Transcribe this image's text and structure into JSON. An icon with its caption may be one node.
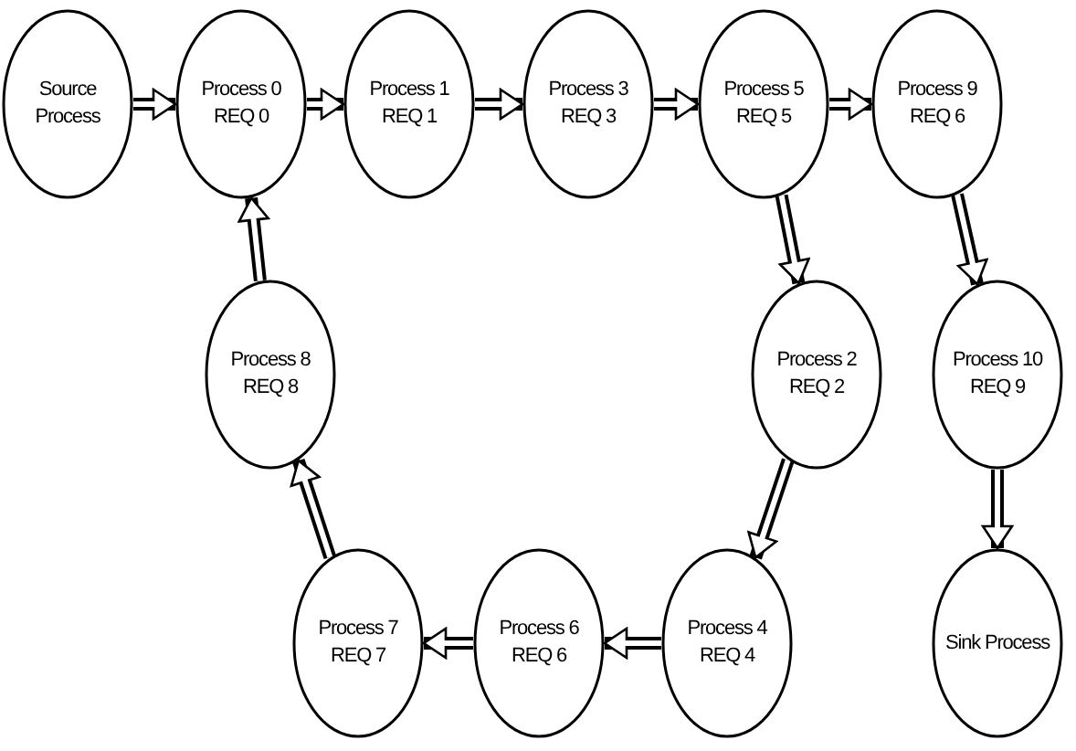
{
  "diagram": {
    "nodes": [
      {
        "text": [
          "Source Process"
        ]
      },
      {
        "text": [
          "Process 0",
          "REQ 0"
        ]
      },
      {
        "text": [
          "Process 1",
          "REQ 1"
        ]
      },
      {
        "text": [
          "Process 3",
          "REQ 3"
        ]
      },
      {
        "text": [
          "Process 5",
          "REQ 5"
        ]
      },
      {
        "text": [
          "Process 9",
          "REQ 6"
        ]
      },
      {
        "text": [
          "Process 8",
          "REQ 8"
        ]
      },
      {
        "text": [
          "Process 2",
          "REQ 2"
        ]
      },
      {
        "text": [
          "Process 10",
          "REQ 9"
        ]
      },
      {
        "text": [
          "Process 7",
          "REQ 7"
        ]
      },
      {
        "text": [
          "Process 6",
          "REQ 6"
        ]
      },
      {
        "text": [
          "Process 4",
          "REQ 4"
        ]
      },
      {
        "text": [
          "Sink Process"
        ]
      }
    ],
    "edges": [
      {
        "from": 0,
        "to": 1,
        "arrow": "to"
      },
      {
        "from": 1,
        "to": 2,
        "arrow": "to"
      },
      {
        "from": 2,
        "to": 3,
        "arrow": "to"
      },
      {
        "from": 3,
        "to": 4,
        "arrow": "to"
      },
      {
        "from": 4,
        "to": 5,
        "arrow": "to"
      },
      {
        "from": 4,
        "to": 7,
        "arrow": "to"
      },
      {
        "from": 5,
        "to": 8,
        "arrow": "to"
      },
      {
        "from": 8,
        "to": 12,
        "arrow": "to"
      },
      {
        "from": 7,
        "to": 11,
        "arrow": "to"
      },
      {
        "from": 11,
        "to": 10,
        "arrow": "to"
      },
      {
        "from": 10,
        "to": 9,
        "arrow": "to"
      },
      {
        "from": 9,
        "to": 6,
        "arrow": "to"
      },
      {
        "from": 6,
        "to": 1,
        "arrow": "to"
      }
    ]
  }
}
